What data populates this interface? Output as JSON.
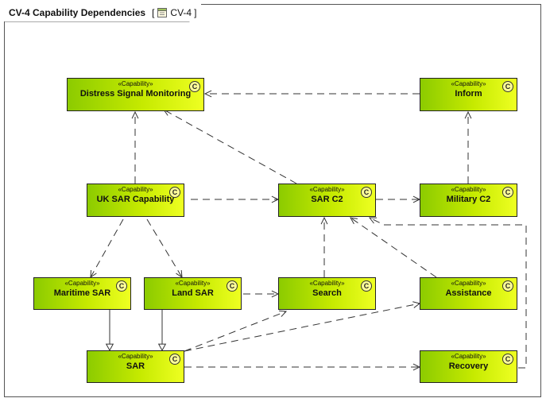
{
  "diagram": {
    "title": "CV-4 Capability Dependencies",
    "reference": "CV-4",
    "ref_open": "[",
    "ref_close": "]"
  },
  "stereotype": "«Capability»",
  "class_icon": "C",
  "icons": {
    "tab_reference": "diagram-icon",
    "node": "class-c-icon"
  },
  "colors": {
    "node_fill_left": "#8ccb00",
    "node_fill_right": "#eeff22",
    "border": "#222222"
  },
  "nodes": [
    {
      "id": "distress",
      "label": "Distress Signal Monitoring"
    },
    {
      "id": "inform",
      "label": "Inform"
    },
    {
      "id": "uksar",
      "label": "UK SAR Capability"
    },
    {
      "id": "sarc2",
      "label": "SAR C2"
    },
    {
      "id": "milc2",
      "label": "Military C2"
    },
    {
      "id": "maritime",
      "label": "Maritime SAR"
    },
    {
      "id": "land",
      "label": "Land SAR"
    },
    {
      "id": "search",
      "label": "Search"
    },
    {
      "id": "assistance",
      "label": "Assistance"
    },
    {
      "id": "sar",
      "label": "SAR"
    },
    {
      "id": "recovery",
      "label": "Recovery"
    }
  ],
  "relations": [
    {
      "from": "inform",
      "to": "distress",
      "kind": "dependency"
    },
    {
      "from": "uksar",
      "to": "distress",
      "kind": "dependency"
    },
    {
      "from": "sarc2",
      "to": "distress",
      "kind": "dependency"
    },
    {
      "from": "milc2",
      "to": "inform",
      "kind": "dependency"
    },
    {
      "from": "uksar",
      "to": "sarc2",
      "kind": "dependency"
    },
    {
      "from": "sarc2",
      "to": "milc2",
      "kind": "dependency"
    },
    {
      "from": "uksar",
      "to": "maritime",
      "kind": "dependency"
    },
    {
      "from": "uksar",
      "to": "land",
      "kind": "dependency"
    },
    {
      "from": "search",
      "to": "sarc2",
      "kind": "dependency"
    },
    {
      "from": "assistance",
      "to": "sarc2",
      "kind": "dependency"
    },
    {
      "from": "recovery",
      "to": "sarc2",
      "kind": "dependency"
    },
    {
      "from": "land",
      "to": "search",
      "kind": "dependency"
    },
    {
      "from": "sar",
      "to": "search",
      "kind": "dependency"
    },
    {
      "from": "sar",
      "to": "assistance",
      "kind": "dependency"
    },
    {
      "from": "sar",
      "to": "recovery",
      "kind": "dependency"
    },
    {
      "from": "maritime",
      "to": "sar",
      "kind": "generalization"
    },
    {
      "from": "land",
      "to": "sar",
      "kind": "generalization"
    }
  ]
}
